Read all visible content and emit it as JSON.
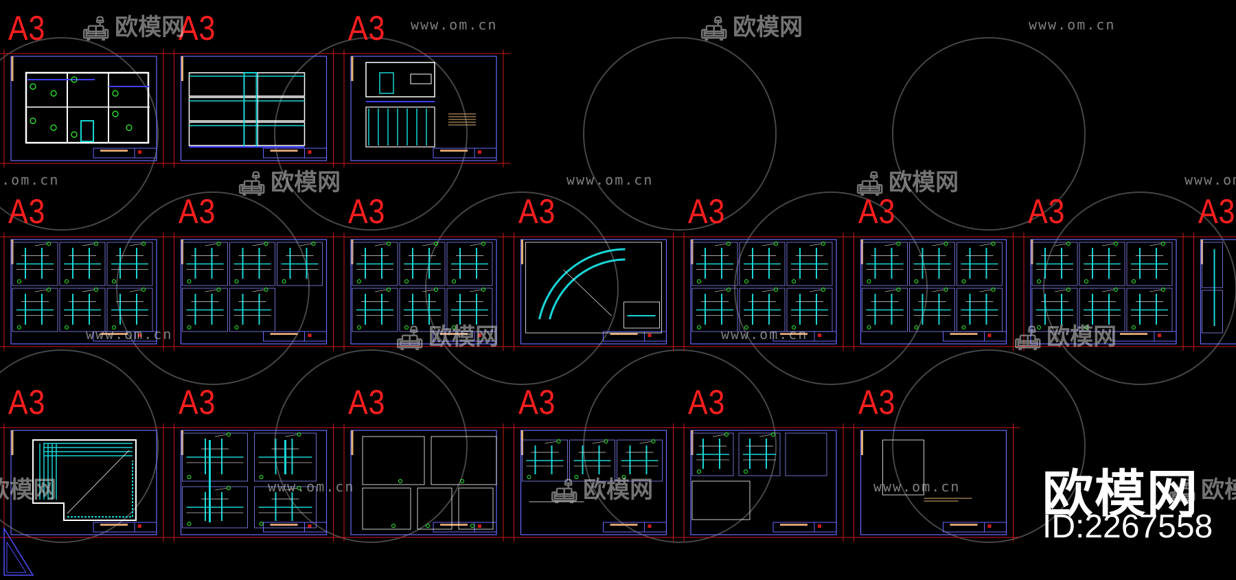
{
  "sheet_size_label": "A3",
  "watermark": {
    "logo_text": "欧模网",
    "url": "www.om.cn"
  },
  "brand": {
    "name": "欧模网",
    "id": "ID:2267558"
  },
  "colors": {
    "background": "#000000",
    "size_label": "#ff1e1e",
    "frame": "#6a6aff",
    "detail": "#19d6d6",
    "title_block_fill": "#d8a070"
  },
  "rows": [
    {
      "sheets": [
        "floor-plan",
        "elevation",
        "elevation-section"
      ]
    },
    {
      "sheets": [
        "details-6",
        "details-5",
        "details-6",
        "arc-detail",
        "details-6",
        "details-6",
        "details-6",
        "details-partial"
      ]
    },
    {
      "sheets": [
        "l-plan",
        "section-details",
        "empty-frames",
        "details-row",
        "details-3",
        "note-sheet"
      ]
    }
  ]
}
